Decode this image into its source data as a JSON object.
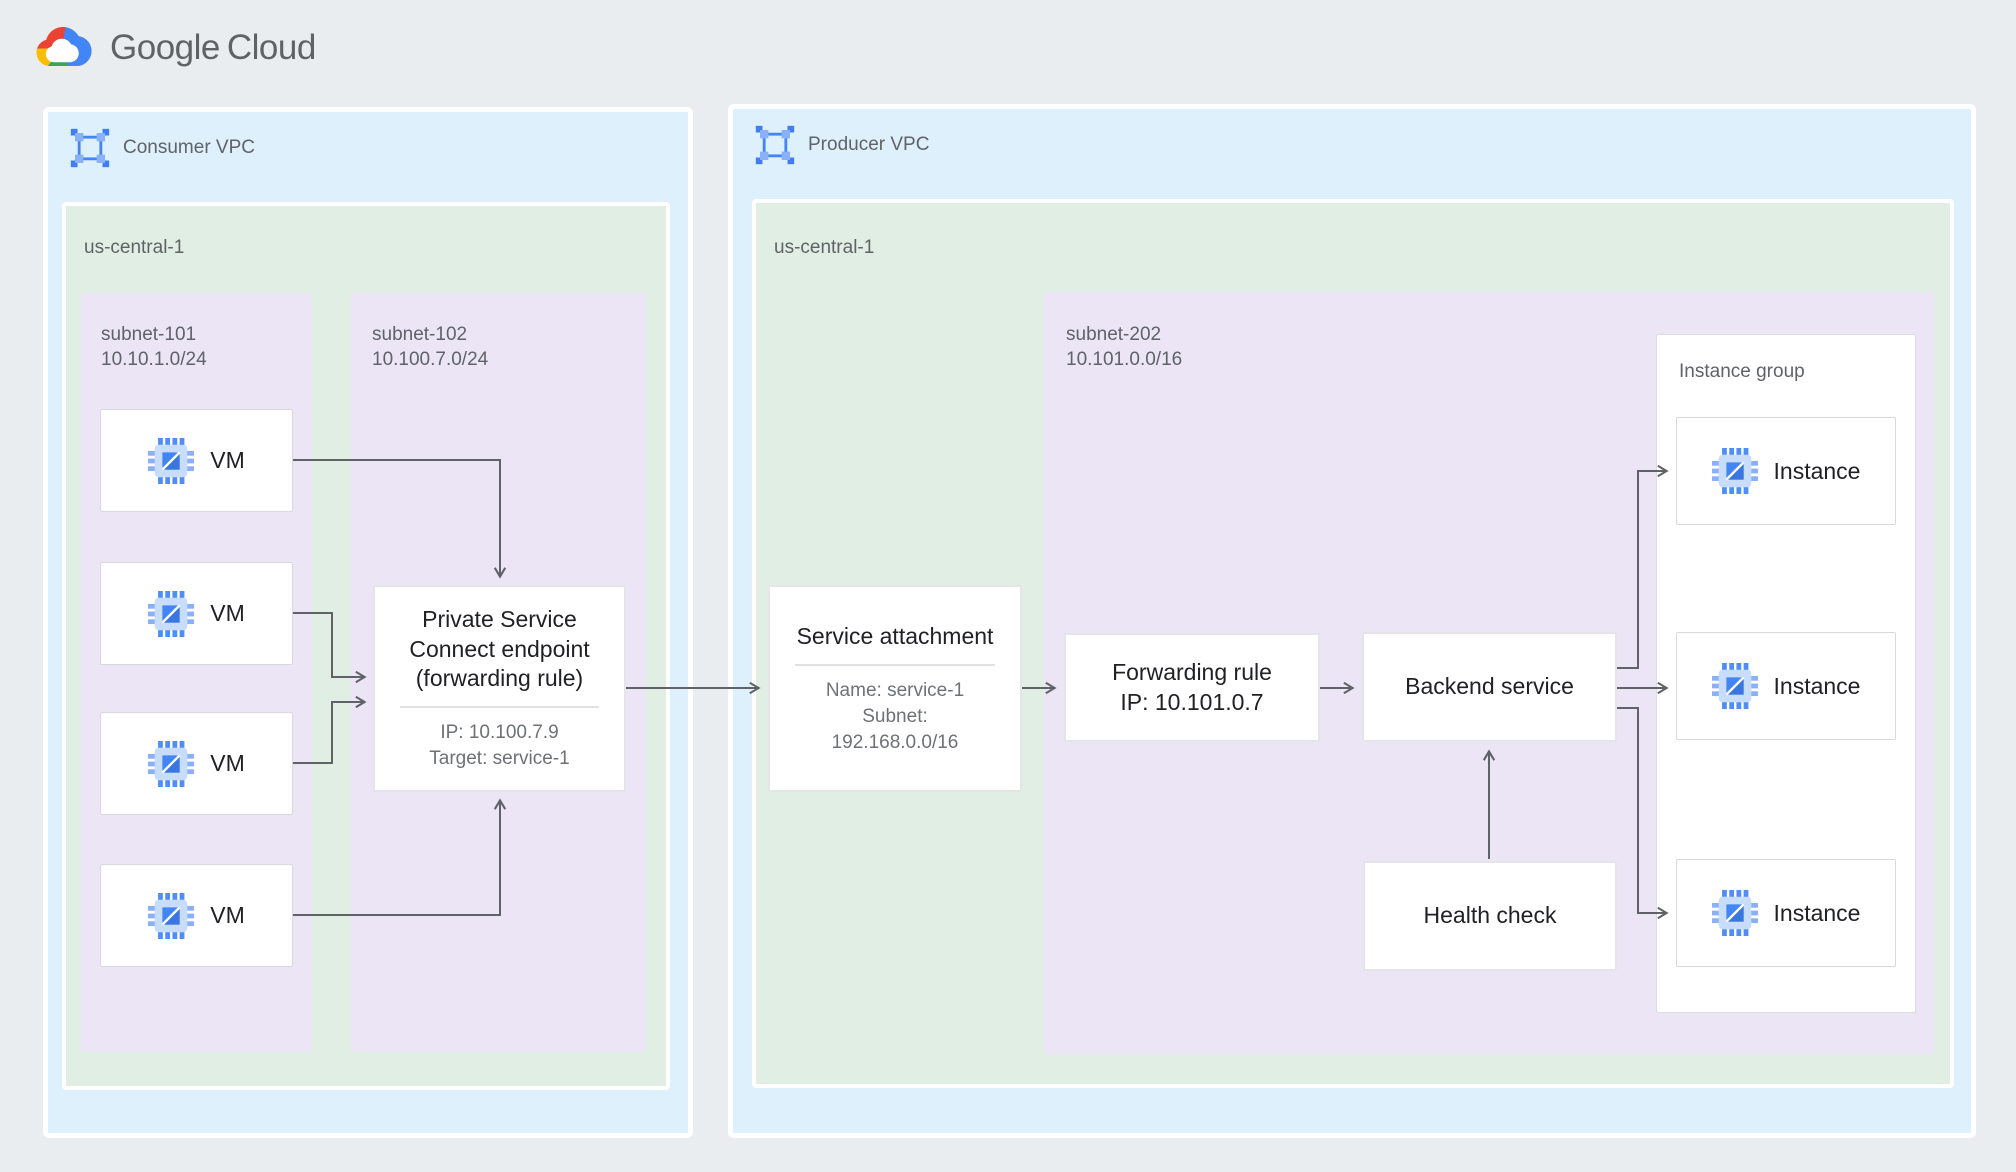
{
  "logo": {
    "part1": "Google",
    "part2": "Cloud"
  },
  "consumer": {
    "vpc_label": "Consumer VPC",
    "region_label": "us-central-1",
    "subnet101": {
      "name": "subnet-101",
      "cidr": "10.10.1.0/24"
    },
    "subnet102": {
      "name": "subnet-102",
      "cidr": "10.100.7.0/24"
    },
    "vms": [
      "VM",
      "VM",
      "VM",
      "VM"
    ],
    "psc": {
      "title": "Private Service Connect endpoint (forwarding rule)",
      "details": [
        "IP: 10.100.7.9",
        "Target: service-1"
      ]
    }
  },
  "producer": {
    "vpc_label": "Producer VPC",
    "region_label": "us-central-1",
    "subnet202": {
      "name": "subnet-202",
      "cidr": "10.101.0.0/16"
    },
    "service_attachment": {
      "title": "Service attachment",
      "details": [
        "Name: service-1",
        "Subnet:",
        "192.168.0.0/16"
      ]
    },
    "forwarding_rule": {
      "lines": [
        "Forwarding rule",
        "IP: 10.101.0.7"
      ]
    },
    "backend_service": {
      "title": "Backend service"
    },
    "health_check": {
      "title": "Health check"
    },
    "instance_group": {
      "label": "Instance group",
      "instances": [
        "Instance",
        "Instance",
        "Instance"
      ]
    }
  },
  "colors": {
    "canvas_bg": "#e9edef",
    "vpc_bg": "#def0fb",
    "region_bg": "#e0eee3",
    "subnet_bg": "#ece5f6",
    "arrow": "#5f6368",
    "google_blue": "#4285f4",
    "google_red": "#ea4335",
    "google_yellow": "#fbbc04",
    "google_green": "#34a853"
  }
}
